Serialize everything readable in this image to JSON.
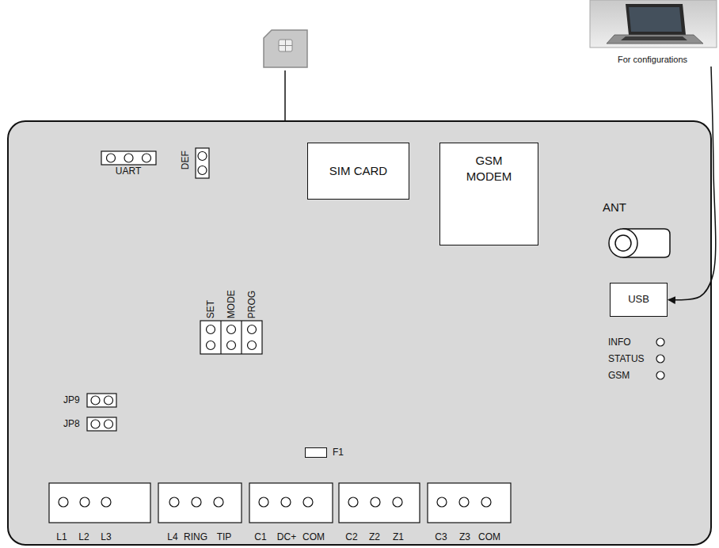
{
  "diagram": {
    "nodes": [
      {
        "text": [
          "For configurations"
        ]
      },
      {
        "text": [
          "SIM CARD"
        ]
      },
      {
        "text": [
          "GSM MODEM"
        ]
      },
      {
        "text": [
          "USB"
        ]
      },
      {
        "text": [
          "F1"
        ]
      }
    ],
    "edges": [
      {
        "from": 0,
        "to": 3,
        "arrow": "to"
      }
    ],
    "labels": [
      "UART",
      "DEF",
      "SET",
      "MODE",
      "PROG",
      "ANT",
      "INFO",
      "STATUS",
      "GSM",
      "JP9",
      "JP8",
      "L1",
      "L2",
      "L3",
      "L4",
      "RING",
      "TIP",
      "C1",
      "DC+",
      "COM",
      "C2",
      "Z2",
      "Z1",
      "C3",
      "Z3",
      "COM"
    ]
  }
}
